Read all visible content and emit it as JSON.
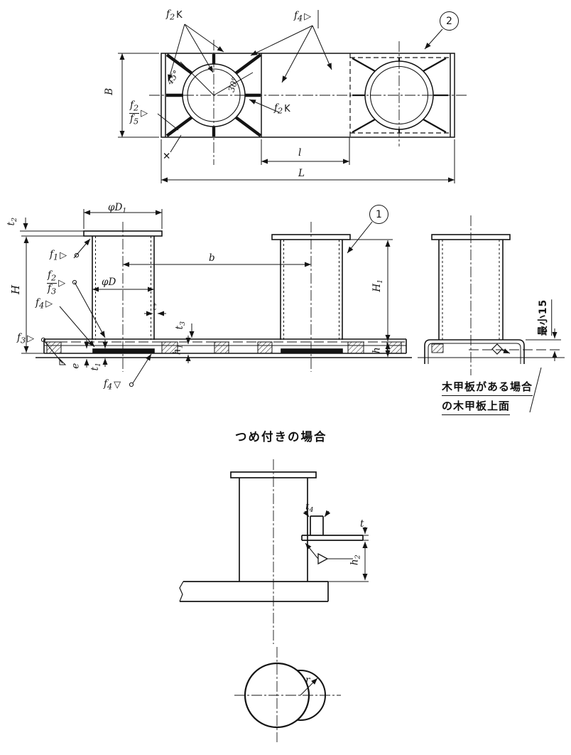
{
  "symbols": {
    "fillet": "▷",
    "fillet_down": "▽",
    "k_weld": "K",
    "x_mark": "✕"
  },
  "balloons": {
    "n1": "1",
    "n2": "2"
  },
  "plan": {
    "B": "B",
    "L": "L",
    "l": "l",
    "a45": "45°",
    "a30": "30°",
    "f2_top": {
      "b": "f",
      "s": "2"
    },
    "f4_top": {
      "b": "f",
      "s": "4"
    },
    "f2_mid": {
      "b": "f",
      "s": "2"
    },
    "f2_left": {
      "b": "f",
      "s": "2"
    },
    "f5_left": {
      "b": "f",
      "s": "5"
    }
  },
  "elev": {
    "t2": {
      "b": "t",
      "s": "2"
    },
    "phiD1": {
      "b": "φD",
      "s": "1"
    },
    "phiD": {
      "b": "φD",
      "s": ""
    },
    "H": "H",
    "b": "b",
    "t": "t",
    "t3": {
      "b": "t",
      "s": "3"
    },
    "h1": {
      "b": "h",
      "s": "1"
    },
    "e": "e",
    "t1": {
      "b": "t",
      "s": "1"
    },
    "H1": {
      "b": "H",
      "s": "1"
    },
    "h": "h",
    "f1": {
      "b": "f",
      "s": "1"
    },
    "f2": {
      "b": "f",
      "s": "2"
    },
    "f3": {
      "b": "f",
      "s": "3"
    },
    "f4": {
      "b": "f",
      "s": "4"
    },
    "f3b": {
      "b": "f",
      "s": "3"
    },
    "f4b": {
      "b": "f",
      "s": "4"
    },
    "min15": "最小15",
    "wood_note_1": "木甲板がある場合",
    "wood_note_2": "の木甲板上面"
  },
  "claw": {
    "title": "つめ付きの場合",
    "t4": {
      "b": "t",
      "s": "4"
    },
    "t": "t",
    "h2": {
      "b": "h",
      "s": "2"
    },
    "r": "r"
  }
}
